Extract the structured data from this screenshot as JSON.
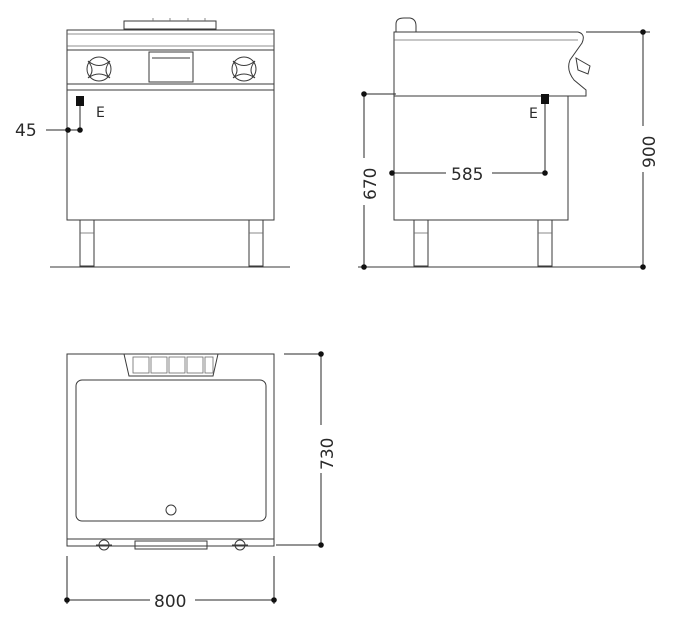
{
  "dimensions": {
    "front_offset": "45",
    "side_body_height": "670",
    "side_depth": "585",
    "total_height": "900",
    "top_depth": "730",
    "width": "800"
  },
  "markers": {
    "front_marker": "E",
    "side_marker": "E"
  }
}
